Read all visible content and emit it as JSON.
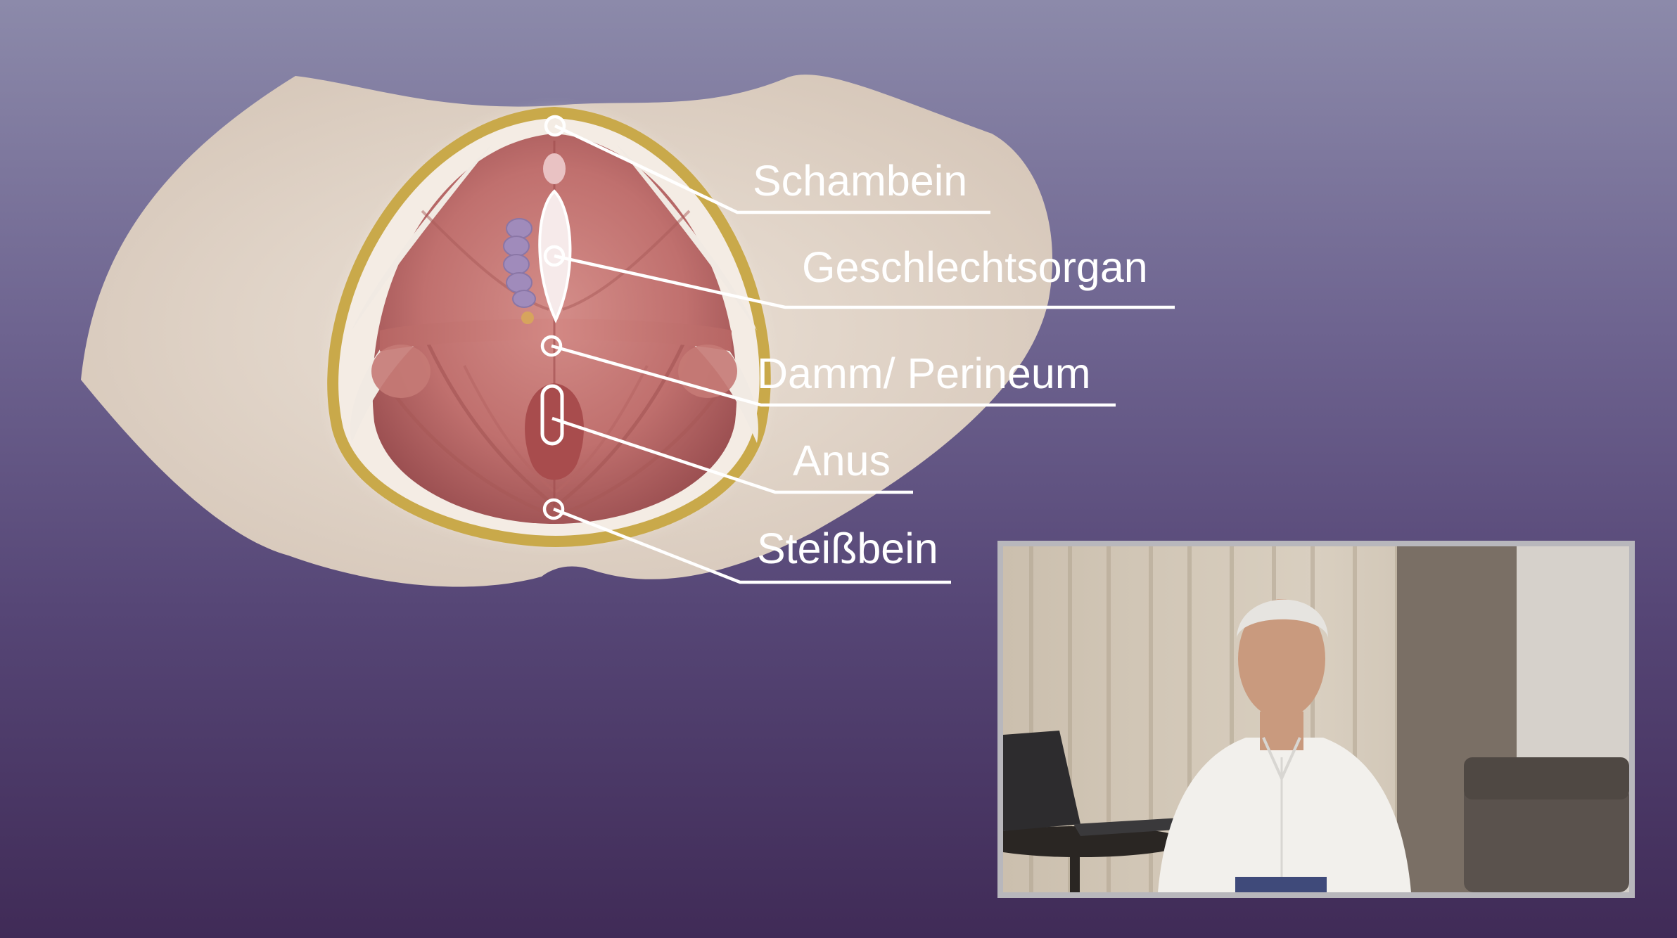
{
  "labels": {
    "schambein": "Schambein",
    "geschlechtsorgan": "Geschlechtsorgan",
    "damm": "Damm/ Perineum",
    "anus": "Anus",
    "steissbein": "Steißbein"
  },
  "video": {
    "overlay_type": "speaker-camera"
  }
}
